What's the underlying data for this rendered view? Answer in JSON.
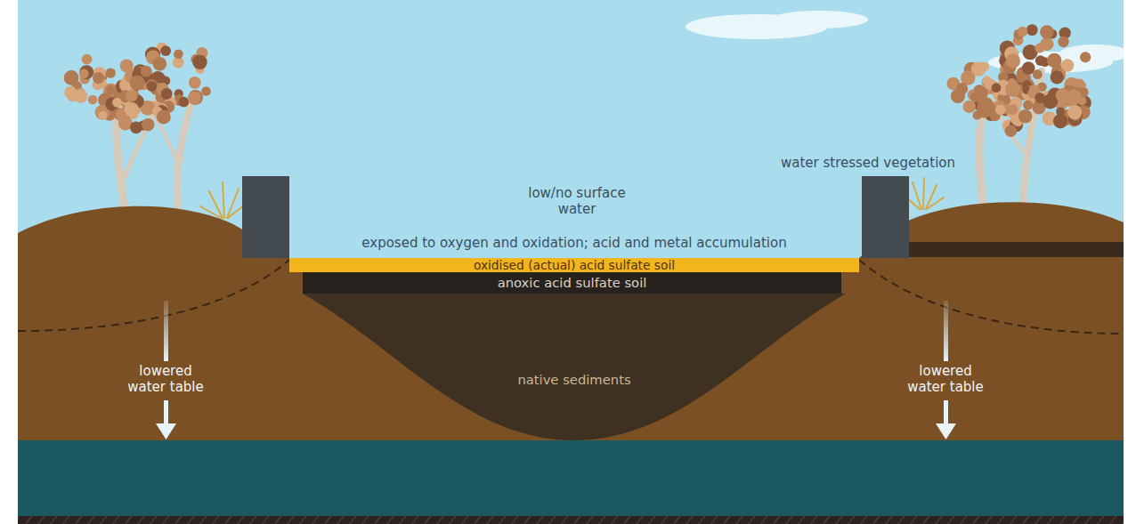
{
  "diagram": {
    "nodes": [
      {
        "text": [
          "oxidised (actual) acid sulfate soil"
        ]
      },
      {
        "text": [
          "anoxic acid sulfate soil"
        ]
      },
      {
        "text": [
          "native sediments"
        ]
      }
    ],
    "labels": [
      "water stressed vegetation",
      "low/no surface water",
      "exposed to oxygen and oxidation; acid and metal accumulation",
      "lowered water table",
      "lowered water table"
    ]
  }
}
